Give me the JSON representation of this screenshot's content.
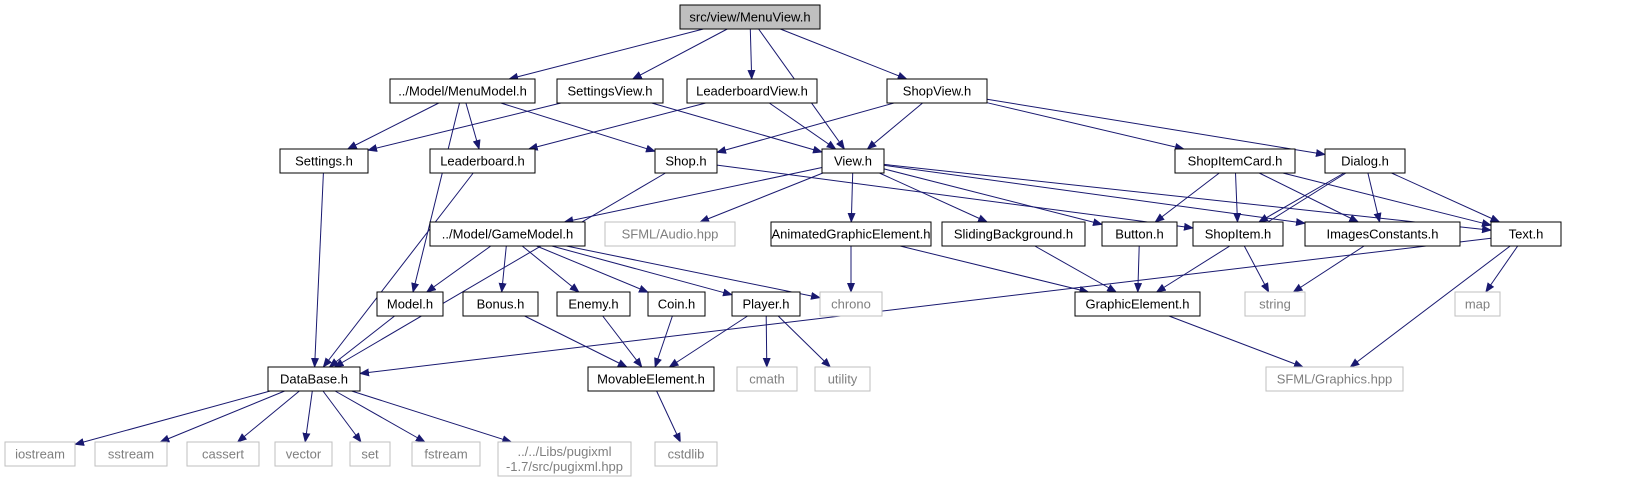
{
  "colors": {
    "edge": "#191970",
    "node_border": "#000000",
    "external_border": "#bfbfbf",
    "external_text": "#7f7f7f",
    "root_fill": "#bfbfbf",
    "node_fill": "#ffffff",
    "text": "#000000"
  },
  "nodes": [
    {
      "id": "root",
      "label": "src/view/MenuView.h",
      "kind": "root"
    },
    {
      "id": "menumodel",
      "label": "../Model/MenuModel.h",
      "kind": "file"
    },
    {
      "id": "settingsview",
      "label": "SettingsView.h",
      "kind": "file"
    },
    {
      "id": "leaderboardview",
      "label": "LeaderboardView.h",
      "kind": "file"
    },
    {
      "id": "shopview",
      "label": "ShopView.h",
      "kind": "file"
    },
    {
      "id": "settings",
      "label": "Settings.h",
      "kind": "file"
    },
    {
      "id": "leaderboard",
      "label": "Leaderboard.h",
      "kind": "file"
    },
    {
      "id": "shop",
      "label": "Shop.h",
      "kind": "file"
    },
    {
      "id": "view",
      "label": "View.h",
      "kind": "file"
    },
    {
      "id": "shopitemcard",
      "label": "ShopItemCard.h",
      "kind": "file"
    },
    {
      "id": "dialog",
      "label": "Dialog.h",
      "kind": "file"
    },
    {
      "id": "gamemodel",
      "label": "../Model/GameModel.h",
      "kind": "file"
    },
    {
      "id": "sfmlaudio",
      "label": "SFML/Audio.hpp",
      "kind": "external"
    },
    {
      "id": "animated",
      "label": "AnimatedGraphicElement.h",
      "kind": "file"
    },
    {
      "id": "sliding",
      "label": "SlidingBackground.h",
      "kind": "file"
    },
    {
      "id": "button",
      "label": "Button.h",
      "kind": "file"
    },
    {
      "id": "shopitem",
      "label": "ShopItem.h",
      "kind": "file"
    },
    {
      "id": "imagesconst",
      "label": "ImagesConstants.h",
      "kind": "file"
    },
    {
      "id": "text",
      "label": "Text.h",
      "kind": "file"
    },
    {
      "id": "model",
      "label": "Model.h",
      "kind": "file"
    },
    {
      "id": "bonus",
      "label": "Bonus.h",
      "kind": "file"
    },
    {
      "id": "enemy",
      "label": "Enemy.h",
      "kind": "file"
    },
    {
      "id": "coin",
      "label": "Coin.h",
      "kind": "file"
    },
    {
      "id": "player",
      "label": "Player.h",
      "kind": "file"
    },
    {
      "id": "chrono",
      "label": "chrono",
      "kind": "external"
    },
    {
      "id": "graphicelement",
      "label": "GraphicElement.h",
      "kind": "file"
    },
    {
      "id": "string",
      "label": "string",
      "kind": "external"
    },
    {
      "id": "map",
      "label": "map",
      "kind": "external"
    },
    {
      "id": "database",
      "label": "DataBase.h",
      "kind": "file"
    },
    {
      "id": "movable",
      "label": "MovableElement.h",
      "kind": "file"
    },
    {
      "id": "cmath",
      "label": "cmath",
      "kind": "external"
    },
    {
      "id": "utility",
      "label": "utility",
      "kind": "external"
    },
    {
      "id": "sfmlgraphics",
      "label": "SFML/Graphics.hpp",
      "kind": "external"
    },
    {
      "id": "iostream",
      "label": "iostream",
      "kind": "external"
    },
    {
      "id": "sstream",
      "label": "sstream",
      "kind": "external"
    },
    {
      "id": "cassert",
      "label": "cassert",
      "kind": "external"
    },
    {
      "id": "vector",
      "label": "vector",
      "kind": "external"
    },
    {
      "id": "set",
      "label": "set",
      "kind": "external"
    },
    {
      "id": "fstream",
      "label": "fstream",
      "kind": "external"
    },
    {
      "id": "pugixml",
      "label": "../../Libs/pugixml\n-1.7/src/pugixml.hpp",
      "kind": "external"
    },
    {
      "id": "cstdlib",
      "label": "cstdlib",
      "kind": "external"
    }
  ],
  "edges": [
    [
      "root",
      "menumodel"
    ],
    [
      "root",
      "settingsview"
    ],
    [
      "root",
      "leaderboardview"
    ],
    [
      "root",
      "view"
    ],
    [
      "root",
      "shopview"
    ],
    [
      "menumodel",
      "settings"
    ],
    [
      "menumodel",
      "leaderboard"
    ],
    [
      "menumodel",
      "shop"
    ],
    [
      "menumodel",
      "model"
    ],
    [
      "settingsview",
      "settings"
    ],
    [
      "settingsview",
      "view"
    ],
    [
      "leaderboardview",
      "leaderboard"
    ],
    [
      "leaderboardview",
      "view"
    ],
    [
      "shopview",
      "shop"
    ],
    [
      "shopview",
      "view"
    ],
    [
      "shopview",
      "shopitemcard"
    ],
    [
      "shopview",
      "dialog"
    ],
    [
      "settings",
      "database"
    ],
    [
      "leaderboard",
      "database"
    ],
    [
      "shop",
      "database"
    ],
    [
      "shop",
      "shopitem"
    ],
    [
      "view",
      "gamemodel"
    ],
    [
      "view",
      "sfmlaudio"
    ],
    [
      "view",
      "animated"
    ],
    [
      "view",
      "sliding"
    ],
    [
      "view",
      "button"
    ],
    [
      "view",
      "imagesconst"
    ],
    [
      "view",
      "text"
    ],
    [
      "shopitemcard",
      "button"
    ],
    [
      "shopitemcard",
      "shopitem"
    ],
    [
      "shopitemcard",
      "imagesconst"
    ],
    [
      "shopitemcard",
      "text"
    ],
    [
      "dialog",
      "shopitem"
    ],
    [
      "dialog",
      "imagesconst"
    ],
    [
      "dialog",
      "text"
    ],
    [
      "dialog",
      "graphicelement"
    ],
    [
      "gamemodel",
      "model"
    ],
    [
      "gamemodel",
      "bonus"
    ],
    [
      "gamemodel",
      "enemy"
    ],
    [
      "gamemodel",
      "coin"
    ],
    [
      "gamemodel",
      "player"
    ],
    [
      "gamemodel",
      "chrono"
    ],
    [
      "animated",
      "chrono"
    ],
    [
      "animated",
      "graphicelement"
    ],
    [
      "sliding",
      "graphicelement"
    ],
    [
      "button",
      "graphicelement"
    ],
    [
      "shopitem",
      "string"
    ],
    [
      "imagesconst",
      "string"
    ],
    [
      "text",
      "map"
    ],
    [
      "text",
      "sfmlgraphics"
    ],
    [
      "text",
      "database"
    ],
    [
      "model",
      "database"
    ],
    [
      "bonus",
      "movable"
    ],
    [
      "enemy",
      "movable"
    ],
    [
      "coin",
      "movable"
    ],
    [
      "player",
      "movable"
    ],
    [
      "player",
      "cmath"
    ],
    [
      "player",
      "utility"
    ],
    [
      "graphicelement",
      "sfmlgraphics"
    ],
    [
      "database",
      "iostream"
    ],
    [
      "database",
      "sstream"
    ],
    [
      "database",
      "cassert"
    ],
    [
      "database",
      "vector"
    ],
    [
      "database",
      "set"
    ],
    [
      "database",
      "fstream"
    ],
    [
      "database",
      "pugixml"
    ],
    [
      "movable",
      "cstdlib"
    ]
  ]
}
